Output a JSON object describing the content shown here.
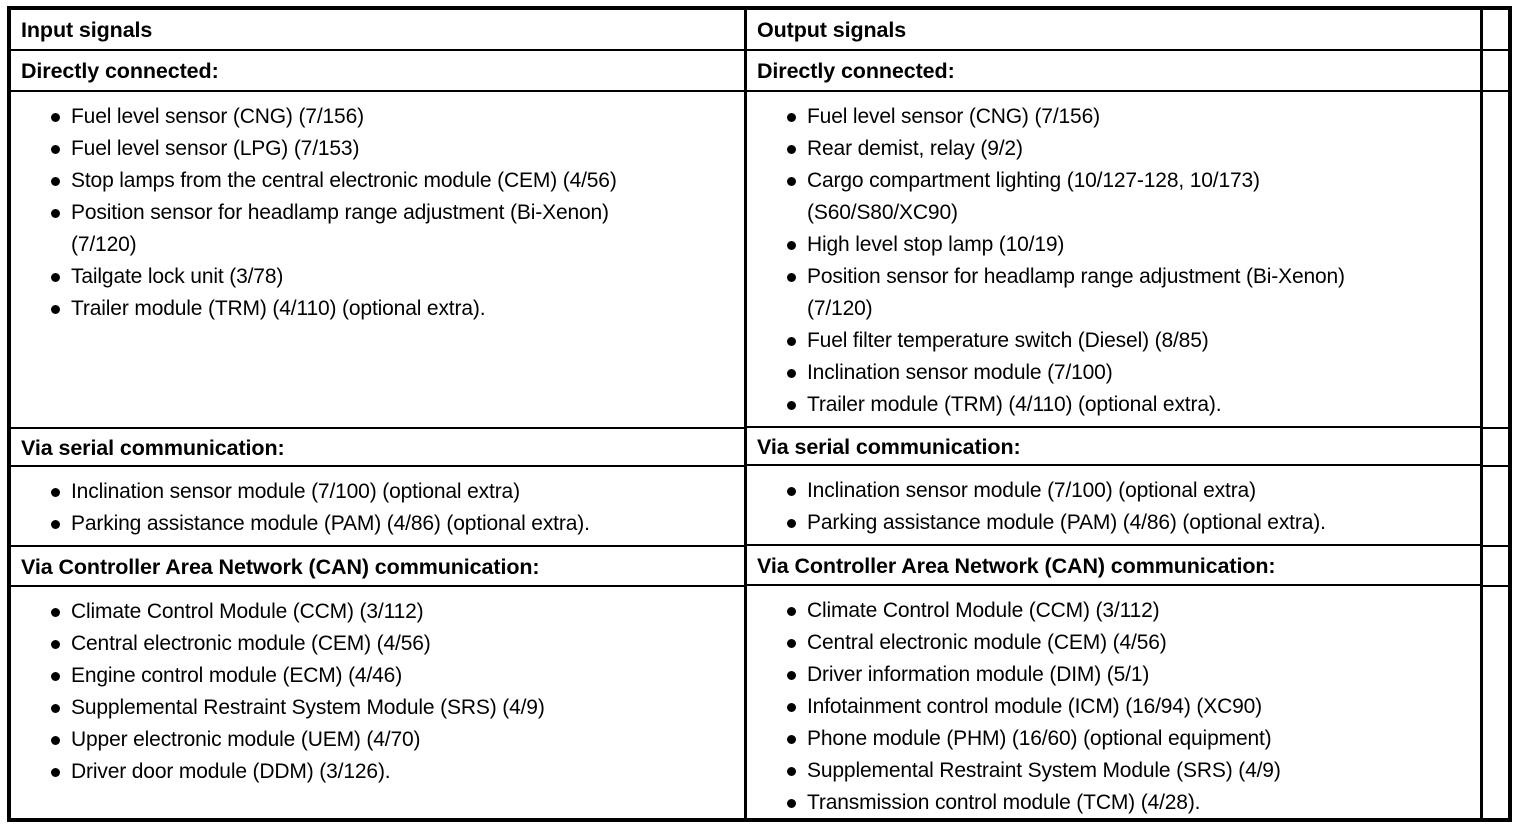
{
  "table": {
    "columns": [
      {
        "id": "input",
        "title": "Input signals",
        "sections": [
          {
            "heading": "Directly connected:",
            "items": [
              {
                "text": "Fuel level sensor (CNG) (7/156)"
              },
              {
                "text": "Fuel level sensor (LPG) (7/153)"
              },
              {
                "text": "Stop lamps from the central electronic module (CEM) (4/56)"
              },
              {
                "text": "Position sensor for headlamp range adjustment (Bi-Xenon)",
                "cont": "(7/120)"
              },
              {
                "text": "Tailgate lock unit (3/78)"
              },
              {
                "text": "Trailer module (TRM) (4/110) (optional extra)."
              }
            ]
          },
          {
            "heading": "Via serial communication:",
            "items": [
              {
                "text": "Inclination sensor module (7/100) (optional extra)"
              },
              {
                "text": "Parking assistance module (PAM) (4/86) (optional extra)."
              }
            ]
          },
          {
            "heading": "Via Controller Area Network (CAN) communication:",
            "items": [
              {
                "text": "Climate Control Module (CCM) (3/112)"
              },
              {
                "text": "Central electronic module (CEM) (4/56)"
              },
              {
                "text": "Engine control module (ECM) (4/46)"
              },
              {
                "text": "Supplemental Restraint System Module (SRS) (4/9)"
              },
              {
                "text": "Upper electronic module (UEM) (4/70)"
              },
              {
                "text": "Driver door module (DDM) (3/126)."
              }
            ]
          }
        ]
      },
      {
        "id": "output",
        "title": "Output signals",
        "sections": [
          {
            "heading": "Directly connected:",
            "items": [
              {
                "text": "Fuel level sensor (CNG) (7/156)"
              },
              {
                "text": "Rear demist, relay (9/2)"
              },
              {
                "text": "Cargo compartment lighting (10/127-128, 10/173)",
                "cont": "(S60/S80/XC90)"
              },
              {
                "text": "High level stop lamp (10/19)"
              },
              {
                "text": "Position sensor for headlamp range adjustment (Bi-Xenon)",
                "cont": "(7/120)"
              },
              {
                "text": "Fuel filter temperature switch (Diesel) (8/85)"
              },
              {
                "text": "Inclination sensor module (7/100)"
              },
              {
                "text": "Trailer module (TRM) (4/110) (optional extra)."
              }
            ]
          },
          {
            "heading": "Via serial communication:",
            "items": [
              {
                "text": "Inclination sensor module (7/100) (optional extra)"
              },
              {
                "text": "Parking assistance module (PAM) (4/86) (optional extra)."
              }
            ]
          },
          {
            "heading": "Via Controller Area Network (CAN) communication:",
            "items": [
              {
                "text": "Climate Control Module (CCM) (3/112)"
              },
              {
                "text": "Central electronic module (CEM) (4/56)"
              },
              {
                "text": "Driver information module (DIM) (5/1)"
              },
              {
                "text": "Infotainment control module (ICM) (16/94) (XC90)"
              },
              {
                "text": "Phone module (PHM) (16/60) (optional equipment)"
              },
              {
                "text": "Supplemental Restraint System Module (SRS) (4/9)"
              },
              {
                "text": "Transmission control module (TCM) (4/28)."
              }
            ]
          }
        ]
      },
      {
        "id": "spare",
        "title": "",
        "sections": [
          {
            "heading": "",
            "items": []
          },
          {
            "heading": "",
            "items": []
          },
          {
            "heading": "",
            "items": []
          }
        ]
      }
    ]
  },
  "colors": {
    "border": "#000000",
    "background": "#ffffff",
    "text": "#000000"
  }
}
